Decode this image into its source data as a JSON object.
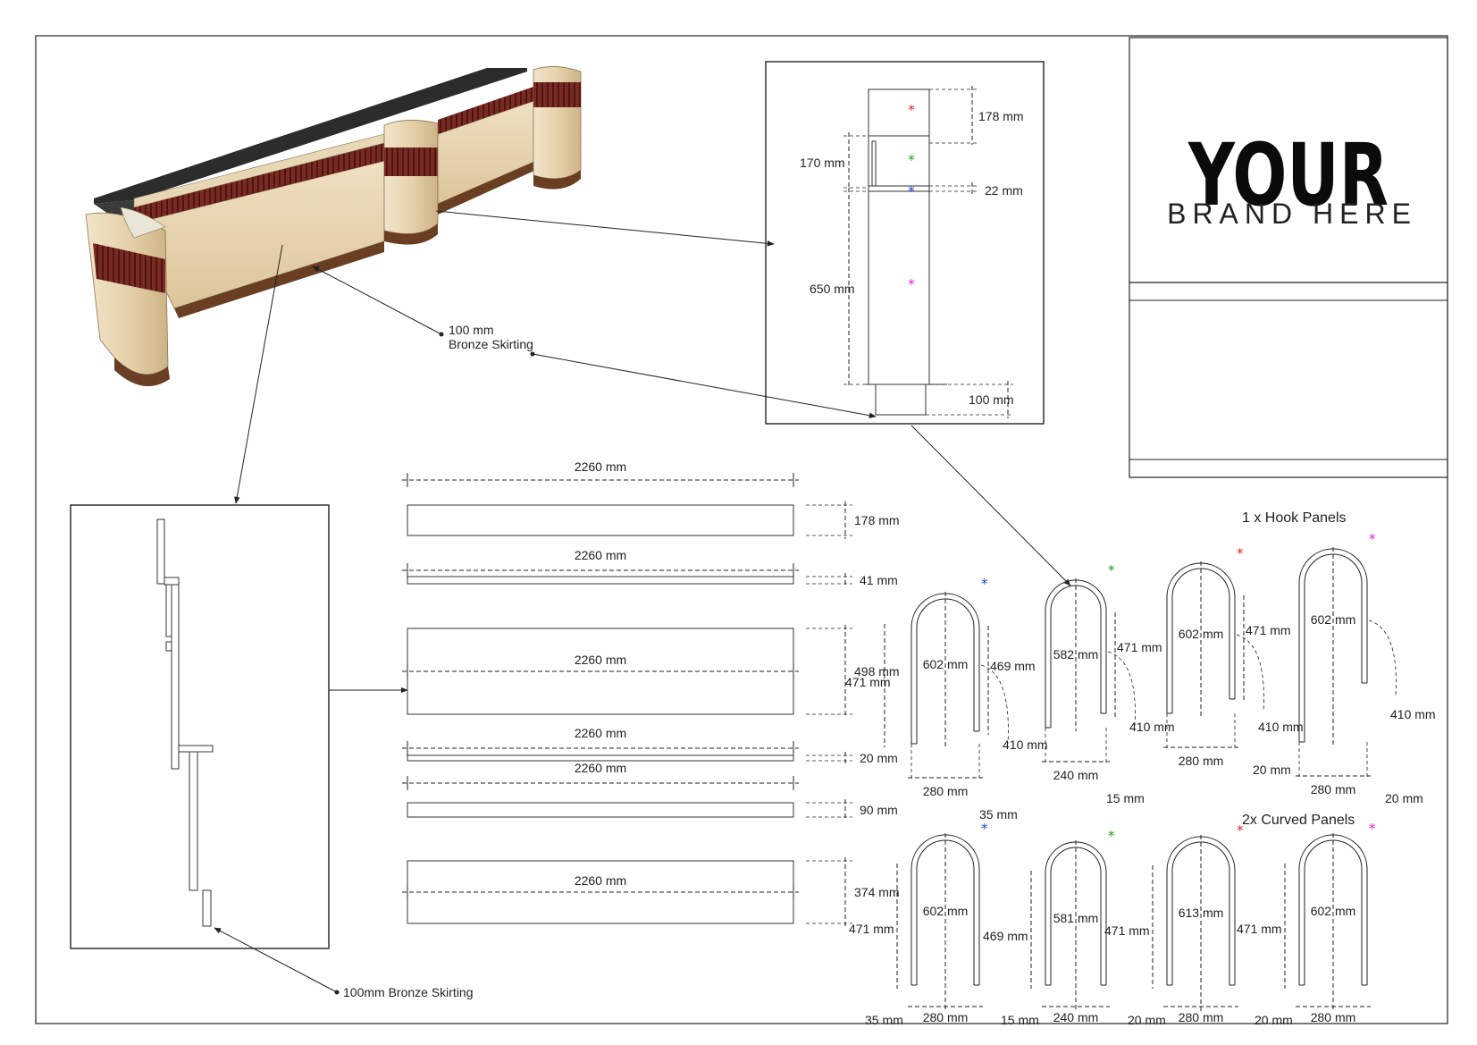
{
  "brand": {
    "line1": "YOUR",
    "line2": "BRAND HERE"
  },
  "callouts": {
    "skirting_top_line1": "100 mm",
    "skirting_top_line2": "Bronze Skirting",
    "skirting_bottom": "100mm Bronze Skirting"
  },
  "section_dims": {
    "d178": "178 mm",
    "d170": "170 mm",
    "d22": "22 mm",
    "d650": "650 mm",
    "d100": "100 mm"
  },
  "strips": [
    {
      "length": "2260 mm",
      "height": "178 mm"
    },
    {
      "length": "2260 mm",
      "height": "41 mm"
    },
    {
      "length": "2260 mm",
      "height": "498 mm"
    },
    {
      "length": "2260 mm",
      "height": "20 mm"
    },
    {
      "length": "2260 mm",
      "height": "90 mm"
    },
    {
      "length": "2260 mm",
      "height": "374 mm"
    }
  ],
  "hook_title": "1 x Hook Panels",
  "curved_title": "2x Curved Panels",
  "hook_panels": [
    {
      "star": "*",
      "star_color": "#1f3fdc",
      "height": "602 mm",
      "left": "471 mm",
      "right": "469 mm",
      "hook": "410 mm",
      "width": "280 mm",
      "gap": "35 mm"
    },
    {
      "star": "*",
      "star_color": "#1a9a1a",
      "height": "582 mm",
      "left": "",
      "right": "471 mm",
      "hook": "410 mm",
      "width": "240 mm",
      "gap": "15 mm"
    },
    {
      "star": "*",
      "star_color": "#e02020",
      "height": "602 mm",
      "left": "",
      "right": "471 mm",
      "hook": "410 mm",
      "width": "280 mm",
      "gap": "20 mm"
    },
    {
      "star": "*",
      "star_color": "#e020e0",
      "height": "602 mm",
      "left": "",
      "right": "",
      "hook": "410 mm",
      "width": "280 mm",
      "gap": "20 mm"
    }
  ],
  "curved_panels": [
    {
      "star": "*",
      "star_color": "#1f3fdc",
      "height": "602 mm",
      "left": "471 mm",
      "width": "280 mm",
      "gap": "35 mm"
    },
    {
      "star": "*",
      "star_color": "#1a9a1a",
      "height": "581 mm",
      "left": "469 mm",
      "width": "240 mm",
      "gap": "15 mm"
    },
    {
      "star": "*",
      "star_color": "#e02020",
      "height": "613 mm",
      "left": "471 mm",
      "width": "280 mm",
      "gap": "20 mm"
    },
    {
      "star": "*",
      "star_color": "#e020e0",
      "height": "602 mm",
      "left": "471 mm",
      "width": "280 mm",
      "gap": "20 mm"
    }
  ],
  "section_stars": [
    {
      "star": "*",
      "color": "#e02020"
    },
    {
      "star": "*",
      "color": "#1a9a1a"
    },
    {
      "star": "*",
      "color": "#1f3fdc"
    },
    {
      "star": "*",
      "color": "#e020e0"
    }
  ]
}
